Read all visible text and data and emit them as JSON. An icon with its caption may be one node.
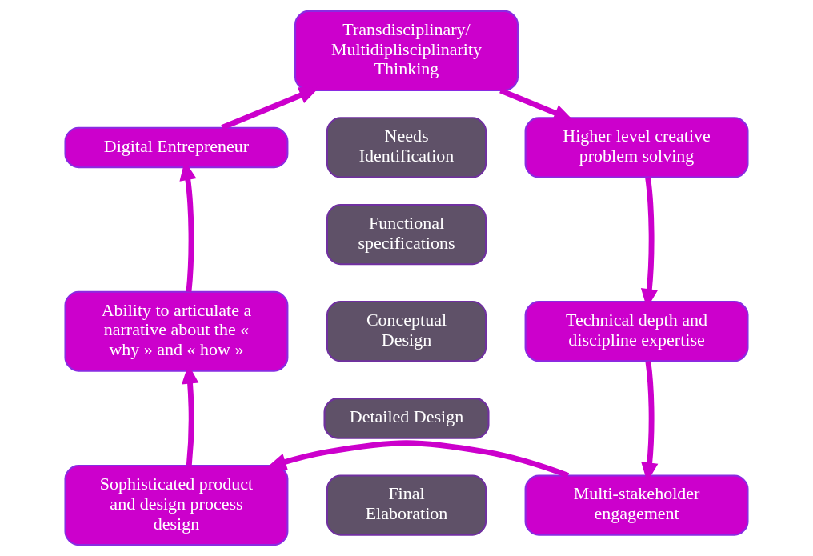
{
  "diagram": {
    "nodes": [
      {
        "text": [
          "Transdisciplinary/ Multidiplisciplinarity Thinking"
        ]
      },
      {
        "text": [
          "Higher level creative problem solving"
        ]
      },
      {
        "text": [
          "Technical depth and discipline expertise"
        ]
      },
      {
        "text": [
          "Multi-stakeholder engagement"
        ]
      },
      {
        "text": [
          "Sophisticated product and design process design"
        ]
      },
      {
        "text": [
          "Ability to articulate a narrative about the « why » and « how »"
        ]
      },
      {
        "text": [
          "Digital Entrepreneur"
        ]
      },
      {
        "text": [
          "Needs Identification"
        ]
      },
      {
        "text": [
          "Functional specifications"
        ]
      },
      {
        "text": [
          "Conceptual Design"
        ]
      },
      {
        "text": [
          "Detailed Design"
        ]
      },
      {
        "text": [
          "Final Elaboration"
        ]
      }
    ],
    "edges": [
      {
        "from": 0,
        "to": 1,
        "arrow": "to"
      },
      {
        "from": 1,
        "to": 2,
        "arrow": "to"
      },
      {
        "from": 2,
        "to": 3,
        "arrow": "to"
      },
      {
        "from": 3,
        "to": 4,
        "arrow": "to"
      },
      {
        "from": 4,
        "to": 5,
        "arrow": "to"
      },
      {
        "from": 5,
        "to": 6,
        "arrow": "to"
      },
      {
        "from": 6,
        "to": 0,
        "arrow": "to"
      }
    ]
  }
}
